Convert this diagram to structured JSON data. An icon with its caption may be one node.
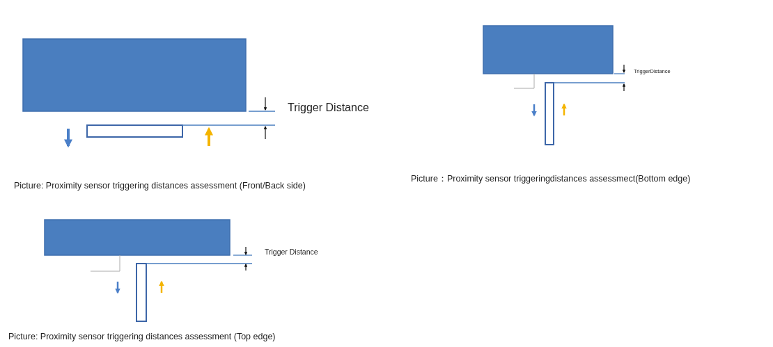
{
  "diagram": {
    "labels": [
      "Trigger Distance",
      "Picture: Proximity sensor triggering distances assessment (Front/Back side)",
      "TriggerDistance",
      "Picture：Proximity sensor triggeringdistances assessmect(Bottom edge)",
      "Trigger Distance",
      "Picture: Proximity sensor triggering distances assessment (Top edge)"
    ]
  }
}
